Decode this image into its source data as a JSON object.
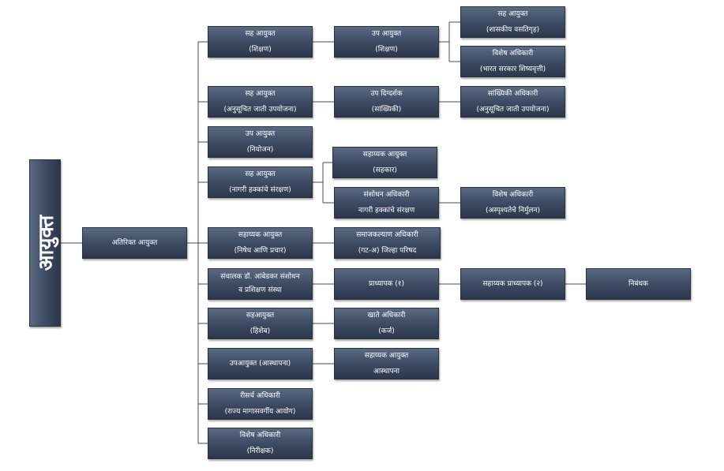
{
  "root": {
    "label": "आयुक्त"
  },
  "level1": {
    "label": "अतिरिक्त आयुक्त"
  },
  "joint_education": {
    "line1": "सह आयुक्त",
    "line2": "(शिक्षण)"
  },
  "deputy_education": {
    "line1": "उप आयुक्त",
    "line2": "(शिक्षण)"
  },
  "joint_hostel": {
    "line1": "सह आयुक्त",
    "line2": "(शासकीय वसतिगृह)"
  },
  "special_scholarship": {
    "line1": "विशेष अधिकारी",
    "line2": "(भारत सरकार शिष्यवृत्ती)"
  },
  "joint_sc_plan": {
    "line1": "सह आयुक्त",
    "line2": "(अनुसूचित जाती उपयोजना)"
  },
  "deputy_director_stats": {
    "line1": "उप दिग्दर्शक",
    "line2": "(सांख्यिकी)"
  },
  "stats_officer": {
    "line1": "सांख्यिकी अधिकारी",
    "line2": "(अनुसूचित जाती उपयोजना)"
  },
  "deputy_planning": {
    "line1": "उप आयुक्त",
    "line2": "(नियोजन)"
  },
  "joint_civil_rights": {
    "line1": "सह आयुक्त",
    "line2": "(नागरी हक्कांचे संरक्षण)"
  },
  "asst_cooperation": {
    "line1": "सहाय्यक आयुक्त",
    "line2": "(सहकार)"
  },
  "research_civil_rights": {
    "line1": "संशोधन अधिकारी",
    "line2": "नागरी हक्कांचे संरक्षण"
  },
  "special_untouchability": {
    "line1": "विशेष अधिकारी",
    "line2": "(अस्पृश्यतेचे निर्मुलन)"
  },
  "asst_prohibition": {
    "line1": "सहाय्यक आयुक्त",
    "line2": "(निषेध आणि प्रचार)"
  },
  "welfare_officer": {
    "line1": "समाजकल्याण अधिकारी",
    "line2": "(गट-अ) जिल्हा परिषद"
  },
  "director_ambedkar": {
    "line1": "संचालक डॉ. आंबेडकर संशोधन",
    "line2": "व प्रशिक्षण संस्था"
  },
  "professor": {
    "label": "प्राध्यापक (१)"
  },
  "asst_professor": {
    "label": "सहाय्यक प्राध्यापक (२)"
  },
  "registrar": {
    "label": "निबंधक"
  },
  "joint_audit": {
    "line1": "सहआयुक्त",
    "line2": "(हिशेब)"
  },
  "accounts_officer": {
    "line1": "खाते अधिकारी",
    "line2": "(कर्ज)"
  },
  "deputy_establishment": {
    "label": "उपआयुक्त (आस्थापना)"
  },
  "asst_establishment": {
    "line1": "सहाय्यक आयुक्त",
    "line2": "आस्थापना"
  },
  "research_officer": {
    "line1": "रीसर्च अधिकारी",
    "line2": "(राज्य मागासवर्गीय आयोग)"
  },
  "special_inspection": {
    "line1": "विशेष अधिकारी",
    "line2": "(निरीक्षक)"
  }
}
